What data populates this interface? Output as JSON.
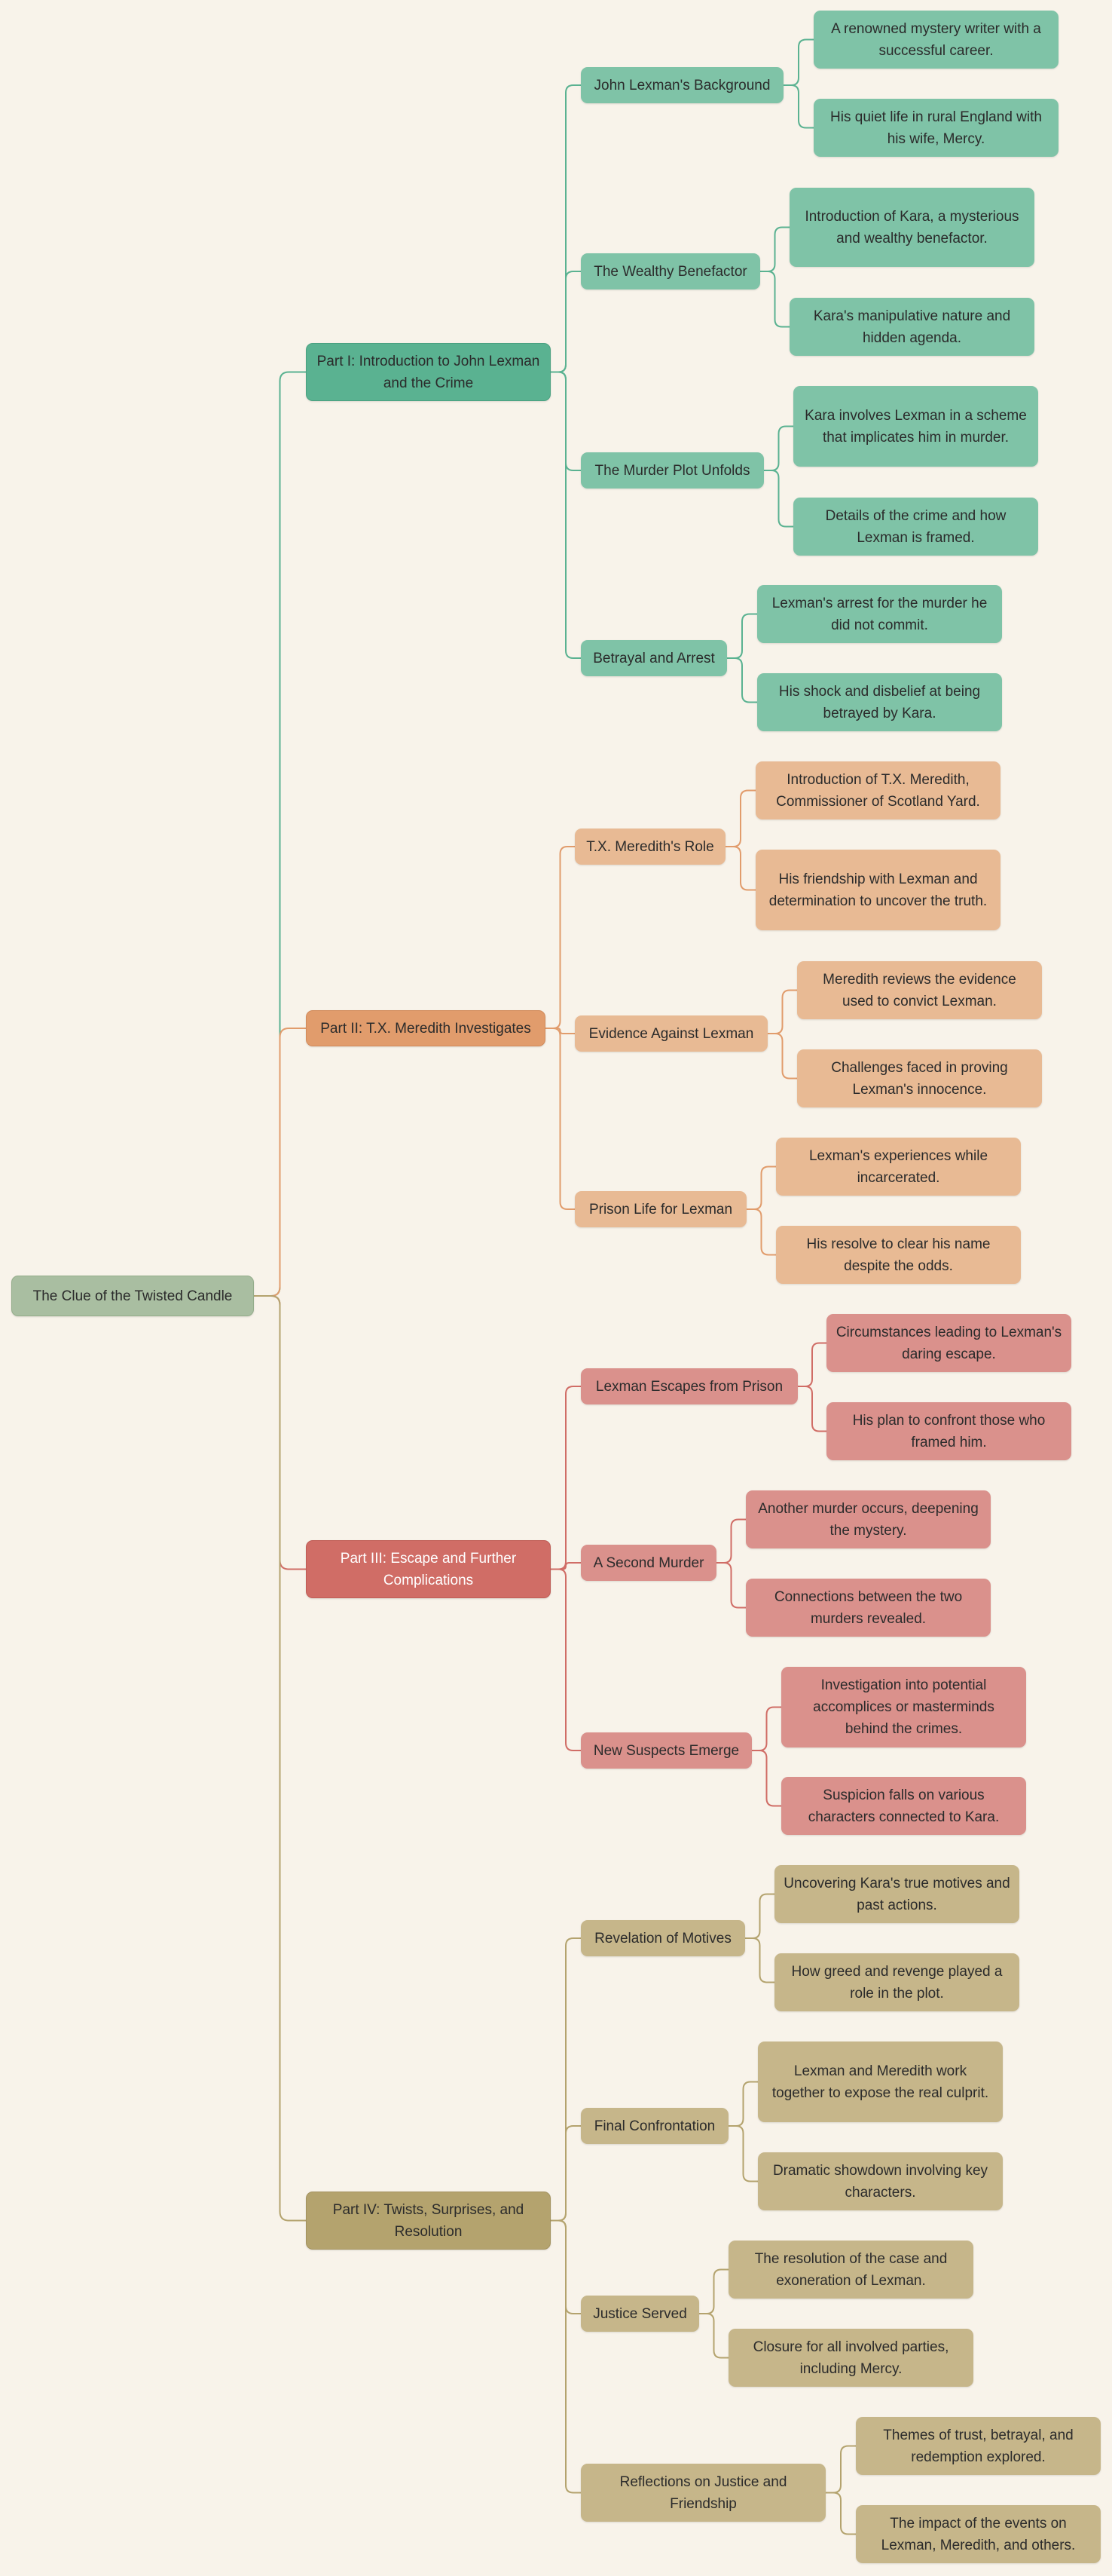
{
  "root": "The Clue of the Twisted Candle",
  "colors": {
    "background": "#f8f3ea",
    "part1": "#5ab291",
    "part2": "#e19c6c",
    "part3": "#d06d66",
    "part4": "#b4a36e",
    "root": "#a9bea1"
  },
  "parts": [
    {
      "label": "Part I: Introduction to John Lexman and the Crime",
      "topics": [
        {
          "label": "John Lexman's Background",
          "details": [
            "A renowned mystery writer with a successful career.",
            "His quiet life in rural England with his wife, Mercy."
          ]
        },
        {
          "label": "The Wealthy Benefactor",
          "details": [
            "Introduction of Kara, a mysterious and wealthy benefactor.",
            "Kara's manipulative nature and hidden agenda."
          ]
        },
        {
          "label": "The Murder Plot Unfolds",
          "details": [
            "Kara involves Lexman in a scheme that implicates him in murder.",
            "Details of the crime and how Lexman is framed."
          ]
        },
        {
          "label": "Betrayal and Arrest",
          "details": [
            "Lexman's arrest for the murder he did not commit.",
            "His shock and disbelief at being betrayed by Kara."
          ]
        }
      ]
    },
    {
      "label": "Part II: T.X. Meredith Investigates",
      "topics": [
        {
          "label": "T.X. Meredith's Role",
          "details": [
            "Introduction of T.X. Meredith, Commissioner of Scotland Yard.",
            "His friendship with Lexman and determination to uncover the truth."
          ]
        },
        {
          "label": "Evidence Against Lexman",
          "details": [
            "Meredith reviews the evidence used to convict Lexman.",
            "Challenges faced in proving Lexman's innocence."
          ]
        },
        {
          "label": "Prison Life for Lexman",
          "details": [
            "Lexman's experiences while incarcerated.",
            "His resolve to clear his name despite the odds."
          ]
        }
      ]
    },
    {
      "label": "Part III: Escape and Further Complications",
      "topics": [
        {
          "label": "Lexman Escapes from Prison",
          "details": [
            "Circumstances leading to Lexman's daring escape.",
            "His plan to confront those who framed him."
          ]
        },
        {
          "label": "A Second Murder",
          "details": [
            "Another murder occurs, deepening the mystery.",
            "Connections between the two murders revealed."
          ]
        },
        {
          "label": "New Suspects Emerge",
          "details": [
            "Investigation into potential accomplices or masterminds behind the crimes.",
            "Suspicion falls on various characters connected to Kara."
          ]
        }
      ]
    },
    {
      "label": "Part IV: Twists, Surprises, and Resolution",
      "topics": [
        {
          "label": "Revelation of Motives",
          "details": [
            "Uncovering Kara's true motives and past actions.",
            "How greed and revenge played a role in the plot."
          ]
        },
        {
          "label": "Final Confrontation",
          "details": [
            "Lexman and Meredith work together to expose the real culprit.",
            "Dramatic showdown involving key characters."
          ]
        },
        {
          "label": "Justice Served",
          "details": [
            "The resolution of the case and exoneration of Lexman.",
            "Closure for all involved parties, including Mercy."
          ]
        },
        {
          "label": "Reflections on Justice and Friendship",
          "details": [
            "Themes of trust, betrayal, and redemption explored.",
            "The impact of the events on Lexman, Meredith, and others."
          ]
        }
      ]
    }
  ]
}
